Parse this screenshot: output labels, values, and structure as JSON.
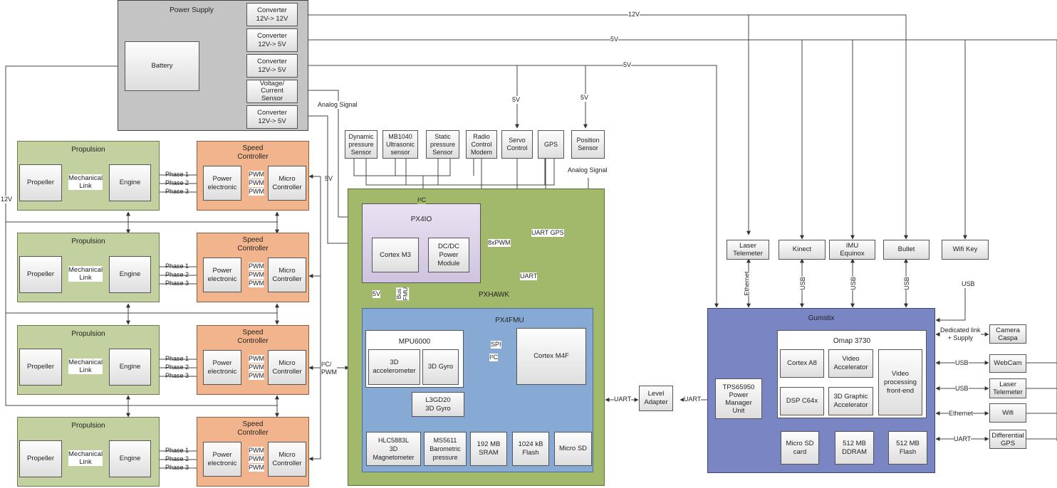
{
  "power_supply": {
    "title": "Power Supply",
    "battery": "Battery",
    "converters": [
      "Converter\n12V-> 12V",
      "Converter\n12V-> 5V",
      "Converter\n12V-> 5V",
      "Voltage/\nCurrent\nSensor",
      "Converter\n12V-> 5V"
    ]
  },
  "bus_labels": {
    "v12_top": "12V",
    "v5_mid": "5V",
    "v5_low": "5V",
    "v5_servo": "5V",
    "v5_position": "5V",
    "v12_left": "12V",
    "v5_left": "5V",
    "analog_signal_1": "Analog Signal",
    "analog_signal_2": "Analog Signal",
    "i2c_pwm": "I²C/\nPWM"
  },
  "propulsion_units": [
    {
      "title": "Propulsion",
      "propeller": "Propeller",
      "link": "Mechanical\nLink",
      "engine": "Engine"
    },
    {
      "title": "Propulsion",
      "propeller": "Propeller",
      "link": "Mechanical\nLink",
      "engine": "Engine"
    },
    {
      "title": "Propulsion",
      "propeller": "Propeller",
      "link": "Mechanical\nLink",
      "engine": "Engine"
    },
    {
      "title": "Propulsion",
      "propeller": "Propeller",
      "link": "Mechanical\nLink",
      "engine": "Engine"
    }
  ],
  "speed_controllers": [
    {
      "title": "Speed\nController",
      "power": "Power\nelectronic",
      "micro": "Micro\nController"
    },
    {
      "title": "Speed\nController",
      "power": "Power\nelectronic",
      "micro": "Micro\nController"
    },
    {
      "title": "Speed\nController",
      "power": "Power\nelectronic",
      "micro": "Micro\nController"
    },
    {
      "title": "Speed\nController",
      "power": "Power\nelectronic",
      "micro": "Micro\nController"
    }
  ],
  "phase_labels": [
    "Phase 1",
    "Phase 2",
    "Phase 3"
  ],
  "pwm_label": "PWM",
  "sensors": [
    {
      "id": "dynamic",
      "label": "Dynamic\npressure\nSensor"
    },
    {
      "id": "mb1040",
      "label": "MB1040\nUltrasonic\nsensor"
    },
    {
      "id": "static",
      "label": "Static\npressure\nSensor"
    },
    {
      "id": "radio",
      "label": "Radio\nControl\nModem"
    },
    {
      "id": "servo",
      "label": "Servo\nControl"
    },
    {
      "id": "gps",
      "label": "GPS"
    },
    {
      "id": "position",
      "label": "Position\nSensor"
    }
  ],
  "pxhawk": {
    "title": "PXHAWK",
    "i2c": "I²C",
    "pwm8": "8xPWM",
    "uart_gps": "UART GPS",
    "uart": "UART",
    "v5": "5V",
    "bus_fmu": "Bus\nFMU",
    "px4io": {
      "title": "PX4IO",
      "cortex": "Cortex M3",
      "dcdc": "DC/DC\nPower\nModule"
    },
    "px4fmu": {
      "title": "PX4FMU",
      "mpu_title": "MPU6000",
      "accel": "3D\naccelerometer",
      "gyro": "3D Gyro",
      "l3gd20": "L3GD20\n3D Gyro",
      "cortex": "Cortex M4F",
      "spi": "SPI",
      "i2c": "I²C",
      "mag": "HLC5883L\n3D\nMagnetometer",
      "baro": "MS5611\nBarometric\npressure",
      "sram": "192 MB\nSRAM",
      "flash": "1024 kB\nFlash",
      "sd": "Micro SD"
    }
  },
  "level_adapter": {
    "label": "Level\nAdapter",
    "uart_left": "UART",
    "uart_right": "UART"
  },
  "top_devices": [
    {
      "label": "Laser\nTelemeter",
      "link": "Ethernet"
    },
    {
      "label": "Kinect",
      "link": "USB"
    },
    {
      "label": "IMU\nEquinox",
      "link": "USB"
    },
    {
      "label": "Bullet",
      "link": "USB"
    },
    {
      "label": "Wifi Key",
      "link": "USB"
    }
  ],
  "gumstix": {
    "title": "Gumstix",
    "tps": "TPS65950\nPower\nManager\nUnit",
    "omap_title": "Omap 3730",
    "cortex": "Cortex A8",
    "video_acc": "Video\nAccelerator",
    "video_proc": "Video\nprocessing\nfront-end",
    "dsp": "DSP C64x",
    "graphic": "3D Graphic\nAccelerator",
    "sd": "Micro SD\ncard",
    "ddram": "512 MB\nDDRAM",
    "flash": "512 MB\nFlash"
  },
  "right_devices": [
    {
      "label": "Camera\nCaspa",
      "link": "Dedicated link\n+ Supply"
    },
    {
      "label": "WebCam",
      "link": "USB"
    },
    {
      "label": "Laser\nTelemeter",
      "link": "USB"
    },
    {
      "label": "Wifi",
      "link": "Ethernet"
    },
    {
      "label": "Differential\nGPS",
      "link": "UART"
    }
  ]
}
